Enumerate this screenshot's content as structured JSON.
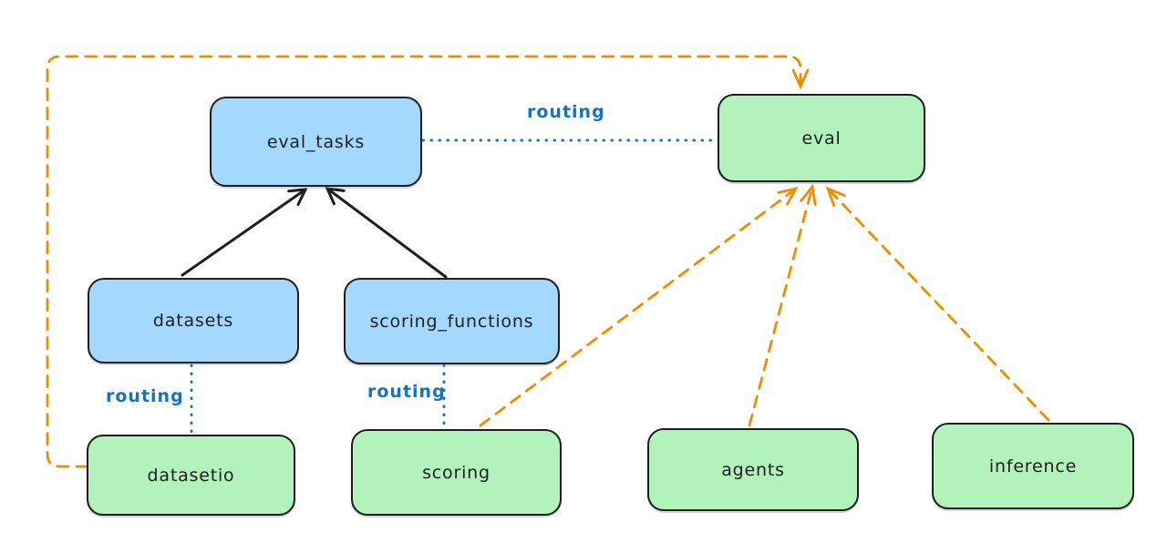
{
  "diagram": {
    "type": "architecture-diagram",
    "drawing_style": "hand-drawn-sketch",
    "background": "#ffffff",
    "colors": {
      "registry_fill": "#a5d8ff",
      "provider_fill": "#b2f2bb",
      "node_stroke": "#1e1e1e",
      "text": "#1e1e1e",
      "routing_line": "#1971c2",
      "dependency_line": "#f08c00"
    },
    "nodes": {
      "eval_tasks": {
        "label": "eval_tasks",
        "fill": "blue"
      },
      "eval": {
        "label": "eval",
        "fill": "green"
      },
      "datasets": {
        "label": "datasets",
        "fill": "blue"
      },
      "scoring_functions": {
        "label": "scoring_functions",
        "fill": "blue"
      },
      "datasetio": {
        "label": "datasetio",
        "fill": "green"
      },
      "scoring": {
        "label": "scoring",
        "fill": "green"
      },
      "agents": {
        "label": "agents",
        "fill": "green"
      },
      "inference": {
        "label": "inference",
        "fill": "green"
      }
    },
    "edges": [
      {
        "from": "datasets",
        "to": "eval_tasks",
        "style": "solid",
        "arrow": true,
        "color": "#1e1e1e",
        "label": ""
      },
      {
        "from": "scoring_functions",
        "to": "eval_tasks",
        "style": "solid",
        "arrow": true,
        "color": "#1e1e1e",
        "label": ""
      },
      {
        "from": "eval_tasks",
        "to": "eval",
        "style": "dotted",
        "arrow": false,
        "color": "#1971c2",
        "label": "routing"
      },
      {
        "from": "datasets",
        "to": "datasetio",
        "style": "dotted",
        "arrow": false,
        "color": "#1971c2",
        "label": "routing"
      },
      {
        "from": "scoring_functions",
        "to": "scoring",
        "style": "dotted",
        "arrow": false,
        "color": "#1971c2",
        "label": "routing"
      },
      {
        "from": "datasetio",
        "to": "eval",
        "style": "dashed",
        "arrow": true,
        "color": "#f08c00",
        "label": ""
      },
      {
        "from": "scoring",
        "to": "eval",
        "style": "dashed",
        "arrow": true,
        "color": "#f08c00",
        "label": ""
      },
      {
        "from": "agents",
        "to": "eval",
        "style": "dashed",
        "arrow": true,
        "color": "#f08c00",
        "label": ""
      },
      {
        "from": "inference",
        "to": "eval",
        "style": "dashed",
        "arrow": true,
        "color": "#f08c00",
        "label": ""
      }
    ]
  }
}
